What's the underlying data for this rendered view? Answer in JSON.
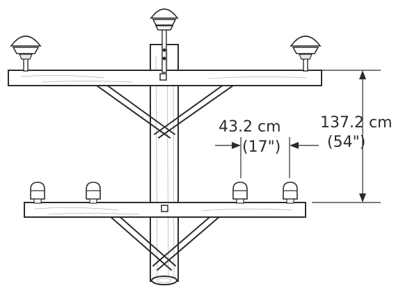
{
  "dimensions": {
    "crossarm_spacing": {
      "metric": "137.2 cm",
      "imperial": "(54\")"
    },
    "pin_spacing": {
      "metric": "43.2 cm",
      "imperial": "(17\")"
    }
  }
}
